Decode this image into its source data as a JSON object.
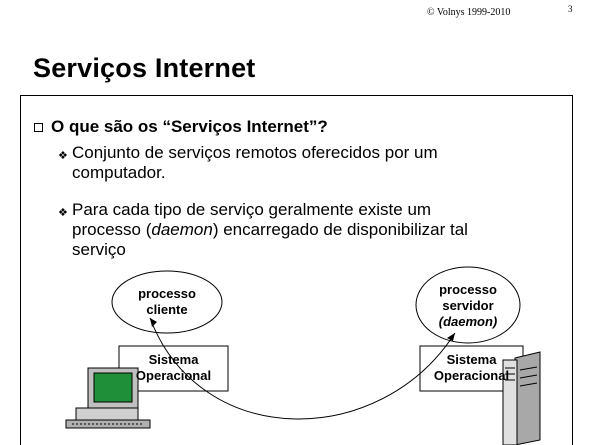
{
  "header": {
    "copyright": "© Volnys 1999-2010",
    "page_number": "3"
  },
  "title": "Serviços Internet",
  "main_bullet": "O que  são os “Serviços Internet”?",
  "sub_bullets": [
    {
      "lines": [
        "Conjunto de serviços remotos oferecidos por um",
        "computador."
      ]
    },
    {
      "line1": "Para cada tipo de serviço geralmente existe um",
      "line2_pre": "processo (",
      "line2_em": "daemon",
      "line2_post": ") encarregado de disponibilizar tal",
      "line3": "serviço"
    }
  ],
  "diagram": {
    "client_process": [
      "processo",
      "cliente"
    ],
    "server_process": [
      "processo",
      "servidor",
      "(daemon)"
    ],
    "client_os": [
      "Sistema",
      "Operacional"
    ],
    "server_os": [
      "Sistema",
      "Operacional"
    ],
    "icons": [
      "computer-icon",
      "server-tower-icon"
    ],
    "colors": {
      "screen": "#1f8f3a",
      "line": "#000000"
    }
  }
}
